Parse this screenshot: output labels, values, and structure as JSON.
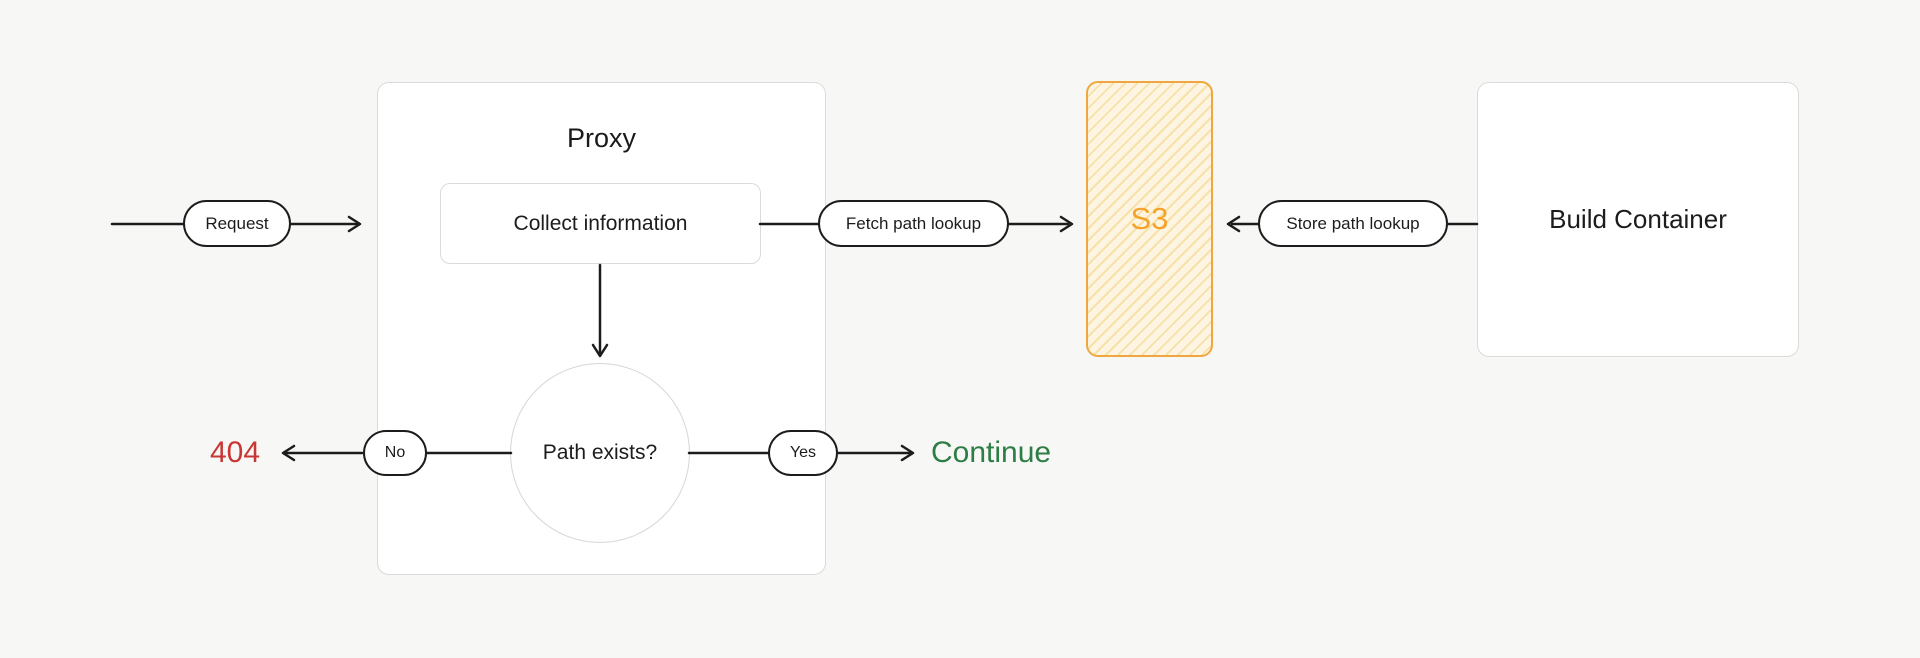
{
  "colors": {
    "bg": "#F7F7F5",
    "ink": "#1C1C1C",
    "node-border": "#DBDBD9",
    "node-bg": "#FFFFFF",
    "red": "#C73735",
    "green": "#2E7D46",
    "s3-border": "#F0A73F",
    "s3-text": "#F6A32B",
    "s3-bg": "#FDF5E1",
    "s3-hatch": "#F7E1A8"
  },
  "nodes": {
    "proxy": {
      "title": "Proxy"
    },
    "collect_information": {
      "label": "Collect information"
    },
    "decision": {
      "label": "Path exists?"
    },
    "s3": {
      "label": "S3"
    },
    "build_container": {
      "label": "Build Container"
    }
  },
  "edge_labels": {
    "request": {
      "label": "Request"
    },
    "fetch_path_lookup": {
      "label": "Fetch path lookup"
    },
    "store_path_lookup": {
      "label": "Store path lookup"
    },
    "no": {
      "label": "No"
    },
    "yes": {
      "label": "Yes"
    }
  },
  "outcomes": {
    "not_found": {
      "label": "404"
    },
    "continue": {
      "label": "Continue"
    }
  }
}
